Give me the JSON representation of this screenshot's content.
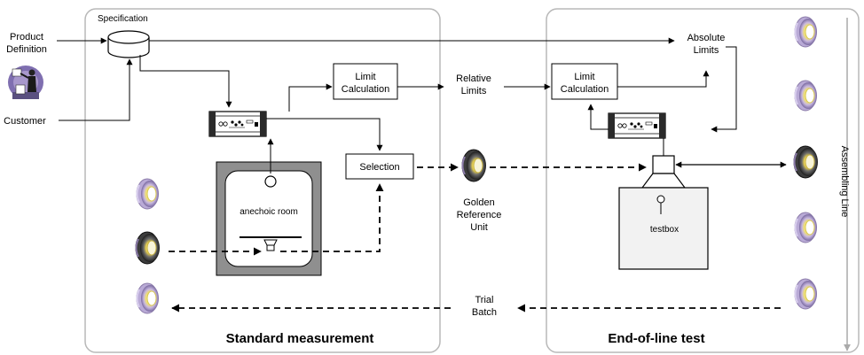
{
  "labels": {
    "product_definition_line1": "Product",
    "product_definition_line2": "Definition",
    "customer": "Customer",
    "specification": "Specification",
    "limit_calc_left_line1": "Limit",
    "limit_calc_left_line2": "Calculation",
    "relative_limits_line1": "Relative",
    "relative_limits_line2": "Limits",
    "limit_calc_right_line1": "Limit",
    "limit_calc_right_line2": "Calculation",
    "absolute_limits_line1": "Absolute",
    "absolute_limits_line2": "Limits",
    "selection": "Selection",
    "anechoic_room": "anechoic room",
    "golden_ref_line1": "Golden",
    "golden_ref_line2": "Reference",
    "golden_ref_line3": "Unit",
    "testbox": "testbox",
    "trial_batch_line1": "Trial",
    "trial_batch_line2": "Batch",
    "assembling_line": "Assembling Line",
    "standard_measurement": "Standard measurement",
    "end_of_line_test": "End-of-line test"
  },
  "colors": {
    "panel_border": "#b8b8b8",
    "room_wall": "#8f8f8f",
    "testbox_fill": "#f2f2f2",
    "speaker_ring": "#9a8ab8",
    "speaker_cone": "#e6d45a"
  },
  "icons": {
    "person": "presenter-icon",
    "database": "database-icon",
    "analyzer": "analyzer-rack-icon",
    "speaker": "loudspeaker-icon"
  }
}
